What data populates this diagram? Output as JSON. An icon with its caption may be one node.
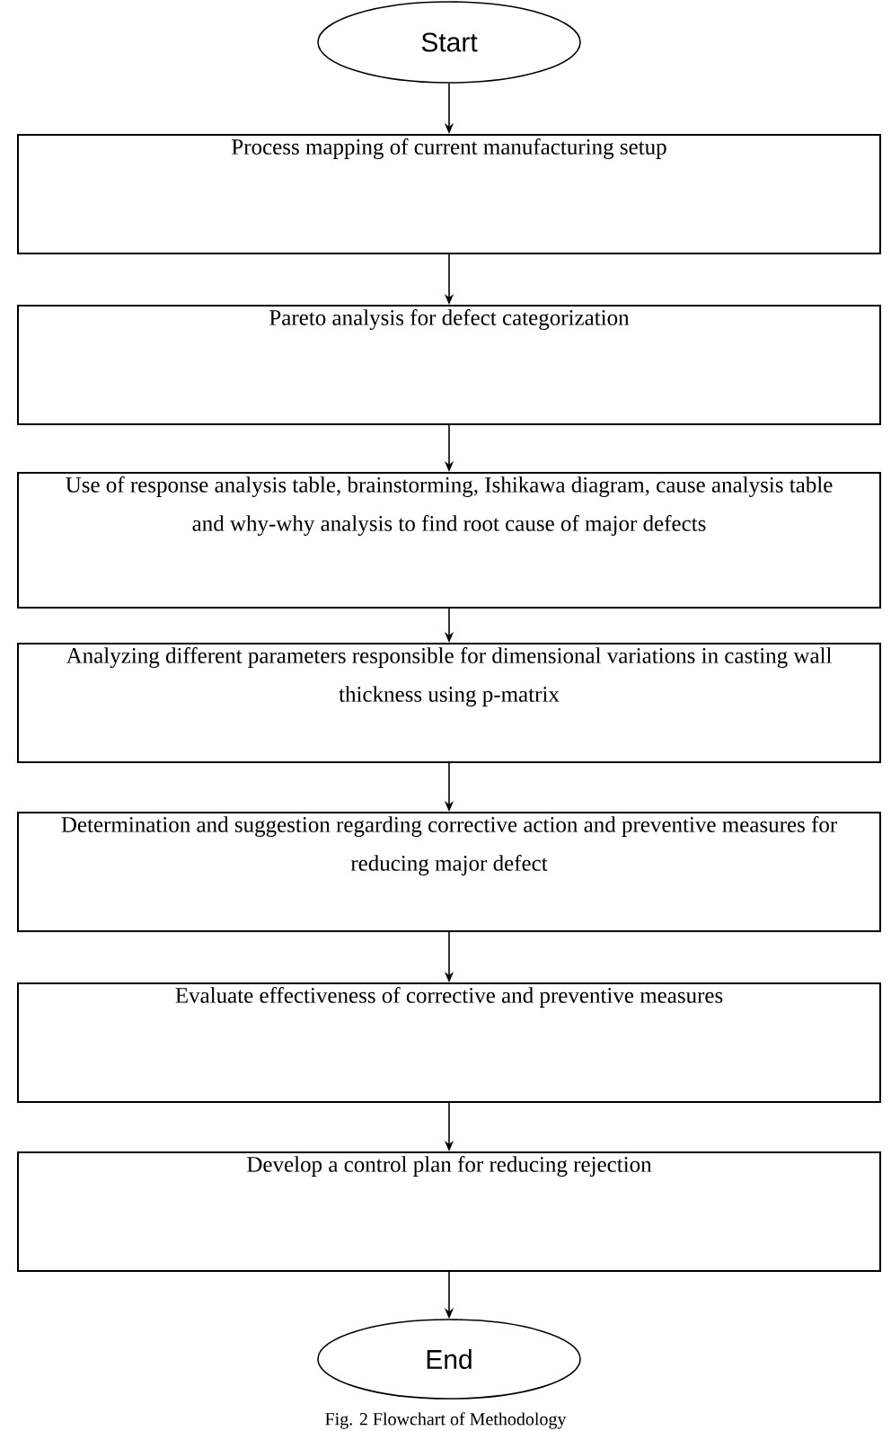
{
  "diagram": {
    "caption": "Fig. 2 Flowchart of Methodology",
    "nodes": [
      {
        "text": [
          "Start"
        ]
      },
      {
        "text": [
          "Process mapping of current manufacturing setup"
        ]
      },
      {
        "text": [
          "Pareto analysis for defect categorization"
        ]
      },
      {
        "text": [
          "Use of response analysis table, brainstorming, Ishikawa diagram, cause analysis table and why-why analysis to find root cause of major defects"
        ]
      },
      {
        "text": [
          "Analyzing different parameters responsible for dimensional variations in casting wall thickness using p-matrix"
        ]
      },
      {
        "text": [
          "Determination and suggestion regarding corrective action and preventive measures for reducing major defect"
        ]
      },
      {
        "text": [
          "Evaluate effectiveness of corrective and preventive measures"
        ]
      },
      {
        "text": [
          "Develop a control plan for reducing rejection"
        ]
      },
      {
        "text": [
          "End"
        ]
      }
    ],
    "edges": [
      {
        "from": 0,
        "to": 1,
        "arrow": "to"
      },
      {
        "from": 1,
        "to": 2,
        "arrow": "to"
      },
      {
        "from": 2,
        "to": 3,
        "arrow": "to"
      },
      {
        "from": 3,
        "to": 4,
        "arrow": "to"
      },
      {
        "from": 4,
        "to": 5,
        "arrow": "to"
      },
      {
        "from": 5,
        "to": 6,
        "arrow": "to"
      },
      {
        "from": 6,
        "to": 7,
        "arrow": "to"
      },
      {
        "from": 7,
        "to": 8,
        "arrow": "to"
      }
    ]
  }
}
